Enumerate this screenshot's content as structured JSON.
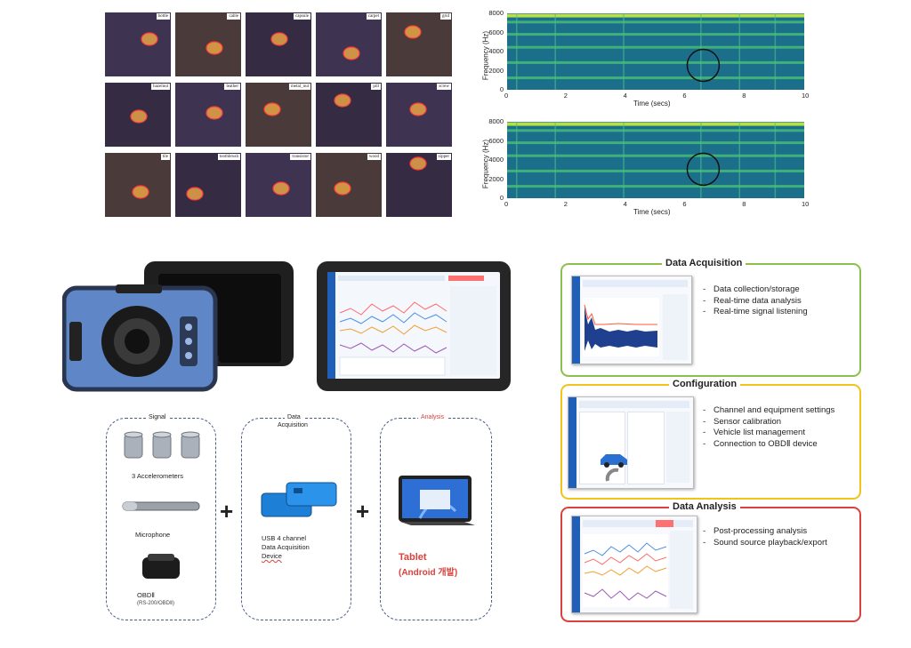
{
  "anomaly_grid": {
    "tiles": [
      "bottle",
      "cable",
      "capsule",
      "carpet",
      "grid",
      "hazelnut",
      "leather",
      "metal_nut",
      "pill",
      "screw",
      "tile",
      "toothbrush",
      "transistor",
      "wood",
      "zipper"
    ],
    "colors": {
      "background": "#3a2c48",
      "heat": "#ffb347",
      "contour": "#ff3b3b"
    }
  },
  "spectrograms": [
    {
      "ylabel": "Frequency (Hz)",
      "xlabel": "Time (secs)",
      "yticks": [
        "0",
        "2000",
        "4000",
        "6000",
        "8000"
      ],
      "xticks": [
        "0",
        "2",
        "4",
        "6",
        "8",
        "10"
      ]
    },
    {
      "ylabel": "Frequency (Hz)",
      "xlabel": "Time (secs)",
      "yticks": [
        "0",
        "2000",
        "4000",
        "6000",
        "8000"
      ],
      "xticks": [
        "0",
        "2",
        "4",
        "6",
        "8",
        "10"
      ]
    }
  ],
  "hardware": {
    "signal": {
      "title": "Signal",
      "item1": "3 Accelerometers",
      "item2": "Microphone",
      "item3": "OBDⅡ",
      "item3_sub": "(RS-200/OBDⅡ)"
    },
    "acquisition": {
      "title_line1": "Data",
      "title_line2": "Acquisition",
      "desc_line1": "USB 4 channel",
      "desc_line2": "Data Acquisition",
      "desc_line3": "Device"
    },
    "analysis": {
      "title": "Analysis",
      "label_line1": "Tablet",
      "label_line2": "(Android 개발)"
    },
    "plus": "+"
  },
  "features": [
    {
      "title": "Data Acquisition",
      "color": "#8cc04b",
      "items": [
        "Data collection/storage",
        "Real-time data analysis",
        "Real-time signal listening"
      ]
    },
    {
      "title": "Configuration",
      "color": "#f0c419",
      "items": [
        "Channel and equipment settings",
        "Sensor calibration",
        "Vehicle list management",
        "Connection to OBDⅡ device"
      ]
    },
    {
      "title": "Data Analysis",
      "color": "#d9413b",
      "items": [
        "Post-processing analysis",
        "Sound source playback/export"
      ]
    }
  ]
}
